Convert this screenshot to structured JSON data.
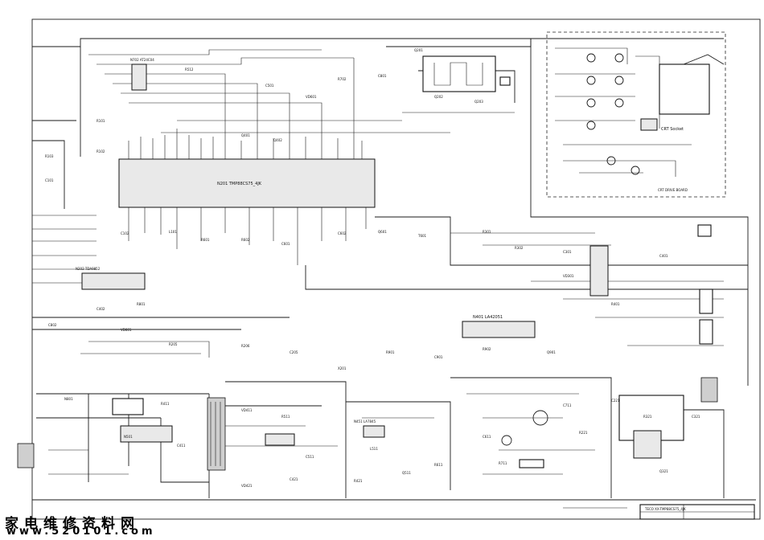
{
  "schematic": {
    "cpu": "N201  TMP88CS75_4JK",
    "crt_driver": "CRT Socket",
    "crt_board": "CRT DRIVE BOARD",
    "sound_ic": "N401 LA42051",
    "tuner_ic": "N202 TDA9852",
    "power_ic": "N501",
    "vert_ic": "N451 LA7845",
    "eeprom": "N702 AT24C04",
    "title_block": "TECO  XX-TMP88CS75_4JK",
    "part_labels": [
      "R512",
      "C501",
      "VD601",
      "R702",
      "C801",
      "Q201",
      "Q202",
      "Q203",
      "Q401",
      "Q402",
      "R101",
      "R102",
      "R103",
      "C101",
      "C102",
      "L101",
      "R601",
      "R602",
      "C601",
      "C602",
      "Q601",
      "T601",
      "R301",
      "R302",
      "C301",
      "VD301",
      "R401",
      "C401",
      "C402",
      "R801",
      "C802",
      "VD801",
      "R205",
      "R206",
      "C205",
      "X201",
      "R901",
      "C901",
      "R902",
      "Q901",
      "N801",
      "R411",
      "C411",
      "VD411",
      "R511",
      "C511",
      "L511",
      "Q511",
      "R611",
      "C611",
      "R711",
      "C711",
      "R221",
      "C221",
      "R321",
      "C321",
      "Q321",
      "R421",
      "C421",
      "VD421"
    ]
  },
  "footer": {
    "brand": "家电维修资料网",
    "url": "www.520101.com"
  },
  "palette": {
    "ink": "#111111",
    "paper": "#ffffff",
    "shade": "#e9e9e9"
  }
}
